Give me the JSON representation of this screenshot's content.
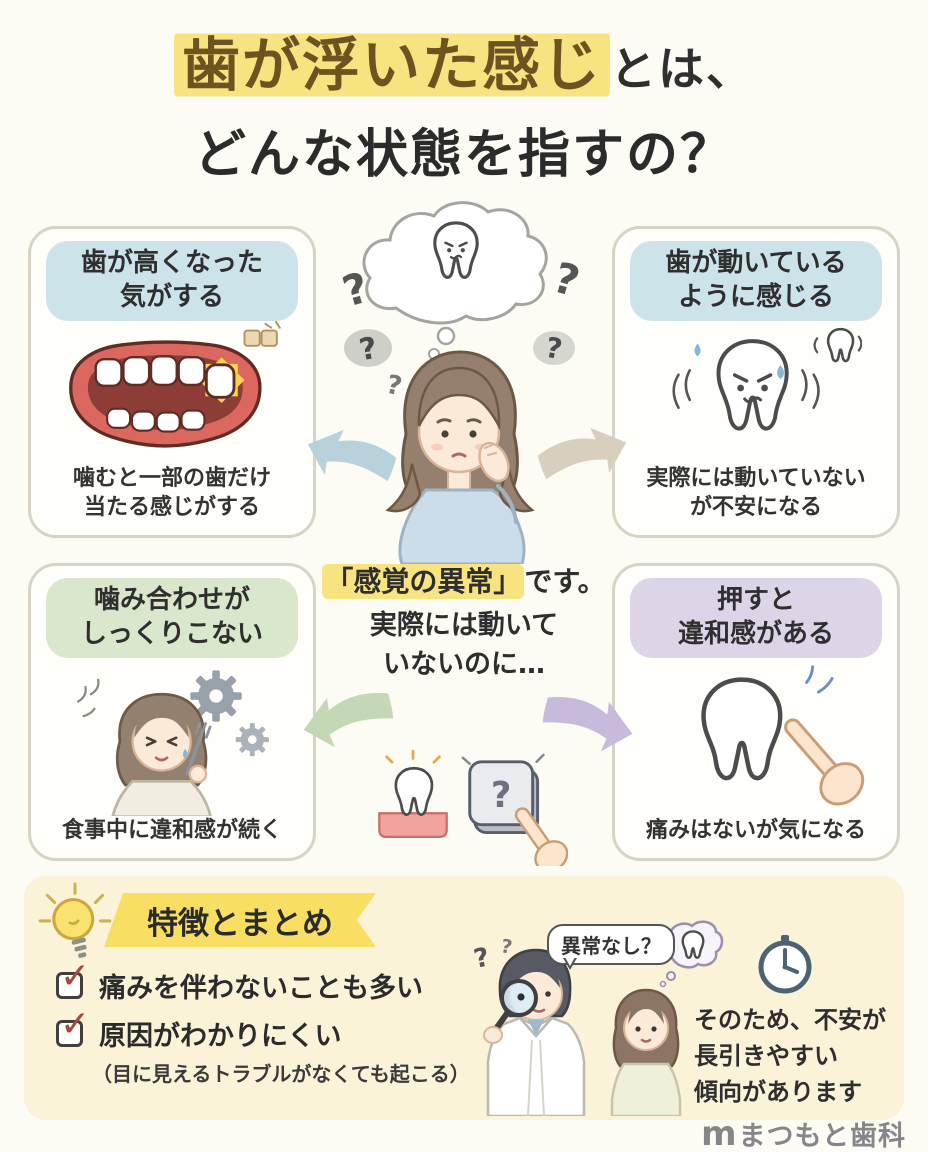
{
  "icons": {
    "check": "✓",
    "question": "?"
  },
  "title": {
    "highlight": "歯が浮いた感じ",
    "suffix": "とは、",
    "line2": "どんな状態を指すの？"
  },
  "center": {
    "conclusion_highlight": "「感覚の異常」",
    "conclusion_suffix": "です。",
    "sub": "実際には動いて\nいないのに…"
  },
  "boxes": {
    "top_left": {
      "header": "歯が高くなった\n気がする",
      "caption": "噛むと一部の歯だけ\n当たる感じがする"
    },
    "top_right": {
      "header": "歯が動いている\nように感じる",
      "caption": "実際には動いていない\nが不安になる"
    },
    "bottom_left": {
      "header": "噛み合わせが\nしっくりこない",
      "caption": "食事中に違和感が続く"
    },
    "bottom_right": {
      "header": "押すと\n違和感がある",
      "caption": "痛みはないが気になる"
    }
  },
  "summary": {
    "header": "特徴とまとめ",
    "items": [
      {
        "label": "痛みを伴わないことも多い"
      },
      {
        "label": "原因がわかりにくい"
      }
    ],
    "note": "（目に見えるトラブルがなくても起こる）",
    "speech_bubble": "異常なし？",
    "right_text": "そのため、不安が\n長引きやすい\n傾向があります"
  },
  "footer": {
    "logo_mark": "m",
    "clinic_name": "まつもと歯科"
  },
  "colors": {
    "page_bg": "#fcfbf4",
    "highlight_yellow": "#f7e380",
    "header_blue": "#cde3ea",
    "header_green": "#d9e7cc",
    "header_purple": "#ded4e8",
    "summary_bg": "#fbf3d8",
    "banner_yellow": "#f8de62",
    "check_red": "#a8473d",
    "arrow_blue": "#b7d2da",
    "arrow_beige": "#d8cfbf",
    "arrow_green": "#c4d8b6",
    "arrow_purple": "#c7badb"
  }
}
